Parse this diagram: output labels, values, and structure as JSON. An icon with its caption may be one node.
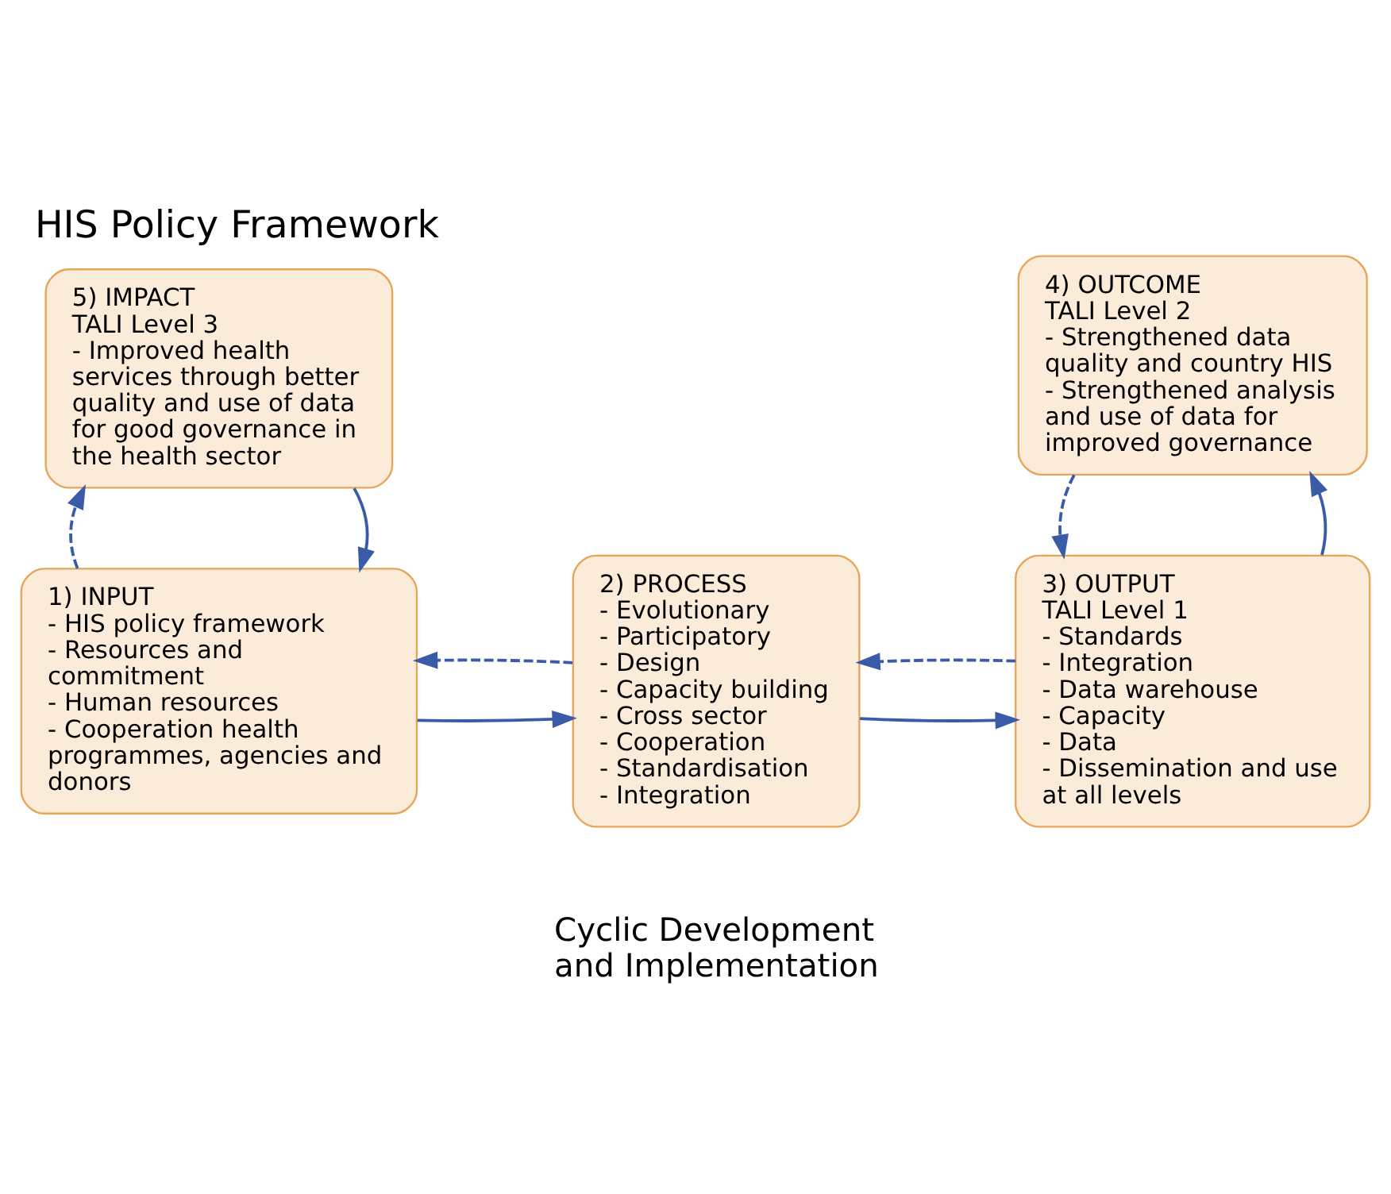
{
  "diagram": {
    "title": "HIS Policy Framework",
    "nodes": [
      {
        "text": [
          "1) INPUT",
          "- HIS policy framework",
          "- Resources and commitment",
          "- Human resources",
          "- Cooperation health programmes, agencies and donors"
        ]
      },
      {
        "text": [
          "2) PROCESS",
          "- Evolutionary",
          "- Participatory",
          "- Design",
          "- Capacity building",
          "- Cross sector",
          "- Cooperation",
          "- Standardisation",
          "- Integration"
        ]
      },
      {
        "text": [
          "3) OUTPUT",
          "TALI Level 1",
          "- Standards",
          "- Integration",
          "- Data warehouse",
          "- Capacity",
          "- Data",
          "- Dissemination and use at all levels"
        ]
      },
      {
        "text": [
          "4) OUTCOME",
          "TALI Level 2",
          "- Strengthened data quality and country HIS",
          "- Strengthened analysis and use of data for improved governance"
        ]
      },
      {
        "text": [
          "5) IMPACT",
          "TALI Level 3",
          "- Improved health services through better quality and use of data for good governance in the health sector"
        ]
      }
    ],
    "edges": [
      {
        "from": 0,
        "to": 1,
        "arrow": "to"
      },
      {
        "from": 1,
        "to": 0,
        "arrow": "to",
        "style": "dashed"
      },
      {
        "from": 1,
        "to": 2,
        "arrow": "to"
      },
      {
        "from": 2,
        "to": 1,
        "arrow": "to",
        "style": "dashed"
      },
      {
        "from": 2,
        "to": 3,
        "arrow": "to"
      },
      {
        "from": 3,
        "to": 2,
        "arrow": "to",
        "style": "dashed"
      },
      {
        "from": 4,
        "to": 0,
        "arrow": "to"
      },
      {
        "from": 0,
        "to": 4,
        "arrow": "to",
        "style": "dashed"
      }
    ],
    "labels": [
      "Cyclic Development and Implementation"
    ]
  }
}
